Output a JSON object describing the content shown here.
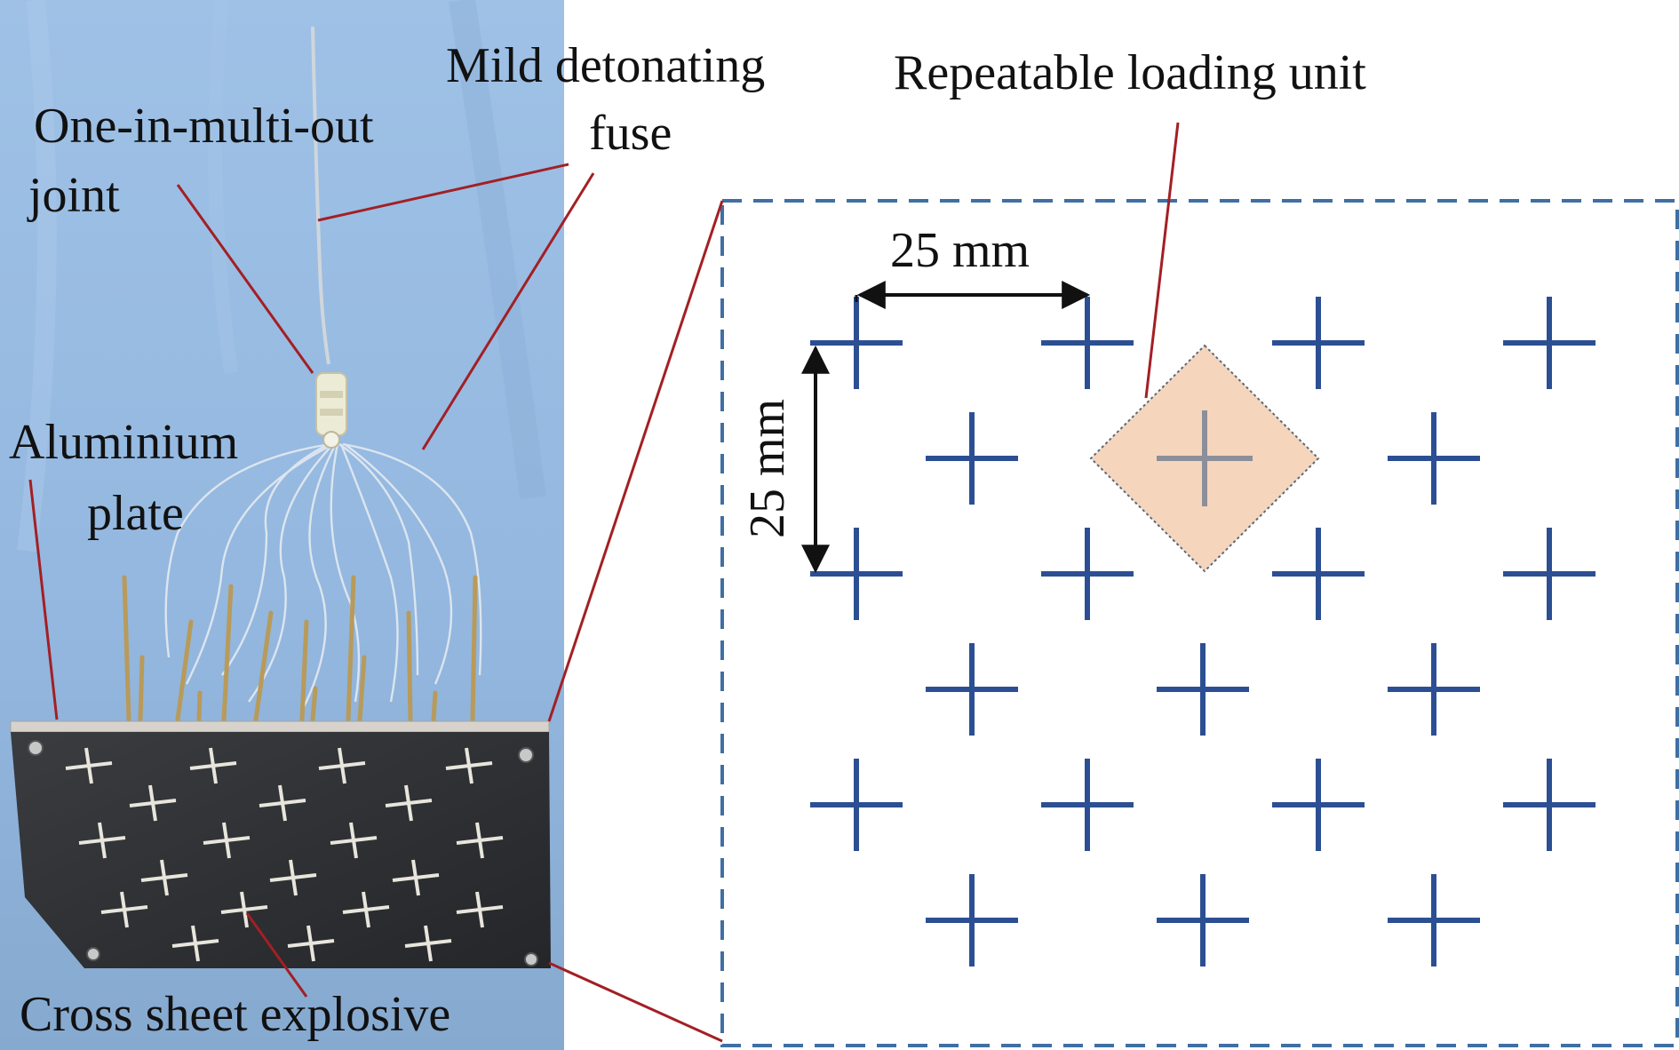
{
  "labels": {
    "mild_detonating_fuse_line1": "Mild detonating",
    "mild_detonating_fuse_line2": "fuse",
    "one_in_multi_out_line1": "One-in-multi-out",
    "one_in_multi_out_line2": "joint",
    "aluminium_plate_line1": "Aluminium",
    "aluminium_plate_line2": "plate",
    "cross_sheet_explosive": "Cross sheet explosive",
    "repeatable_loading_unit": "Repeatable loading unit",
    "horizontal_spacing": "25 mm",
    "vertical_spacing": "25 mm"
  },
  "colors": {
    "leader_line": "#a31f24",
    "cross": "#2c4f93",
    "dashed_border": "#3f6fa3",
    "unit_fill": "#f6d5bd",
    "unit_cross": "#8a8f99",
    "photo_background": "#9bbde3",
    "plate": "#2f3135",
    "label_text": "#111111"
  },
  "diagram": {
    "grid_rows": 6,
    "crosses_per_row_alternating": [
      4,
      3
    ],
    "spacing_mm": 25
  }
}
